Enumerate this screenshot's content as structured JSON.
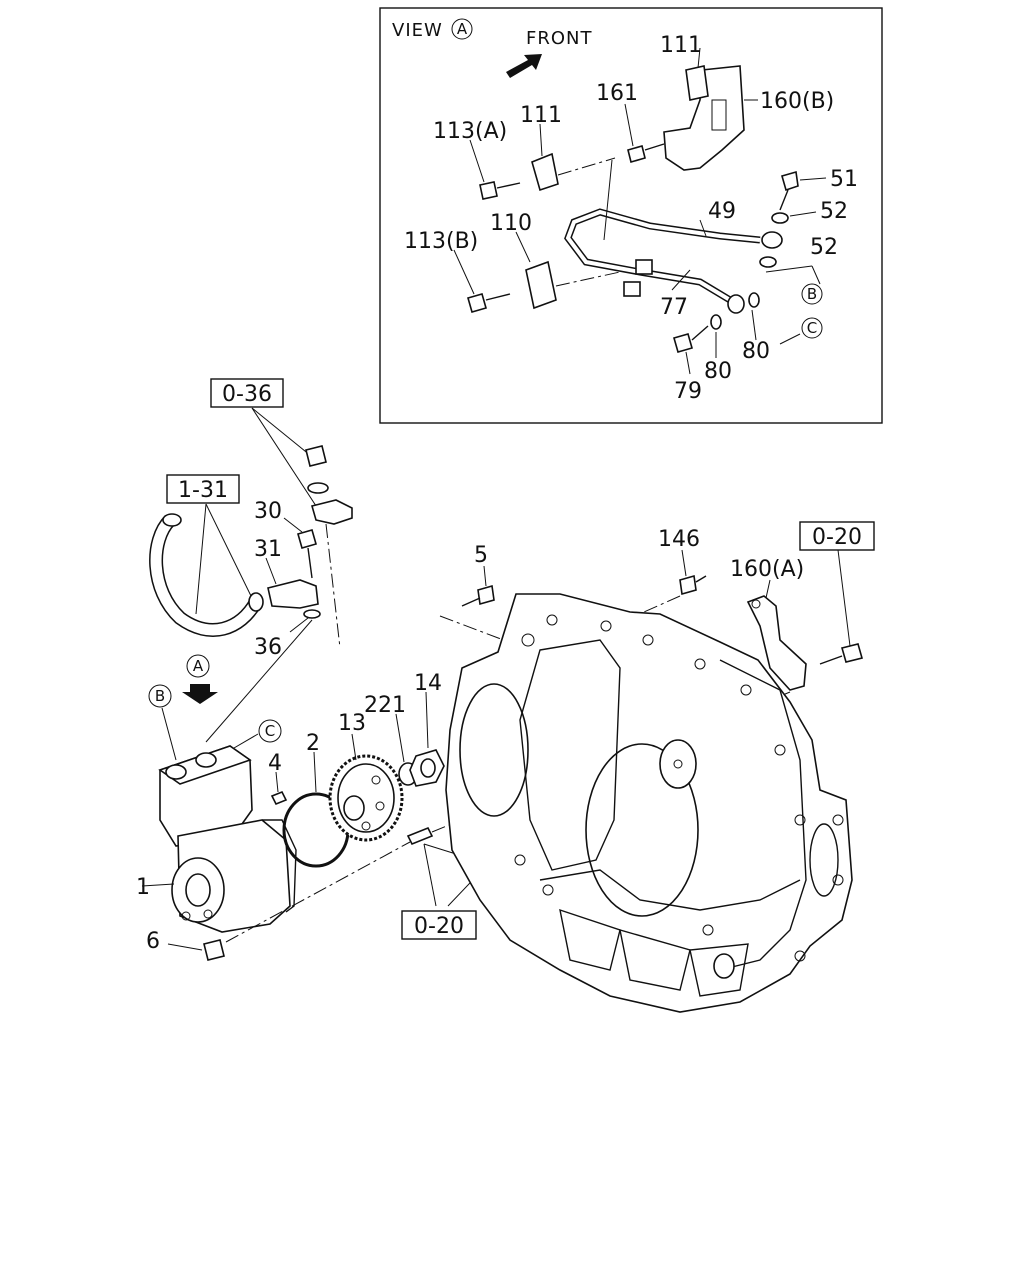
{
  "view_box": {
    "title": "VIEW",
    "title_marker": "A",
    "front_label": "FRONT",
    "callouts": {
      "p111_top": "111",
      "p160b": "160(B)",
      "p161": "161",
      "p113a": "113(A)",
      "p111_left": "111",
      "p51": "51",
      "p52_top": "52",
      "p49": "49",
      "p113b": "113(B)",
      "p110": "110",
      "p52_lower": "52",
      "p77": "77",
      "p80_right": "80",
      "p80_left": "80",
      "p79": "79",
      "marker_b": "B",
      "marker_c": "C"
    }
  },
  "main_callouts": {
    "ref_0_36": "0-36",
    "ref_1_31": "1-31",
    "ref_0_20_top": "0-20",
    "ref_0_20_bottom": "0-20",
    "p30": "30",
    "p31": "31",
    "p36": "36",
    "p5": "5",
    "p146": "146",
    "p160a": "160(A)",
    "p221": "221",
    "p14": "14",
    "p13": "13",
    "p2": "2",
    "p4": "4",
    "p1": "1",
    "p6": "6",
    "marker_a": "A",
    "marker_b": "B",
    "marker_c": "C"
  }
}
